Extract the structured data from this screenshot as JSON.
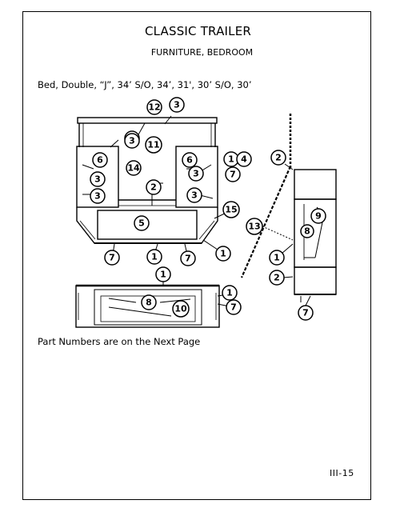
{
  "header": {
    "title": "CLASSIC TRAILER",
    "subtitle": "FURNITURE, BEDROOM"
  },
  "caption": "Bed, Double, “J”, 34’ S/O, 34’, 31', 30’ S/O, 30’",
  "footnote": "Part Numbers are on the Next Page",
  "page_number": "III-15",
  "callouts": {
    "c1": "1",
    "c2": "2",
    "c3": "3",
    "c4": "4",
    "c5": "5",
    "c6": "6",
    "c7": "7",
    "c8": "8",
    "c9": "9",
    "c10": "10",
    "c11": "11",
    "c12": "12",
    "c13": "13",
    "c14": "14",
    "c15": "15"
  }
}
